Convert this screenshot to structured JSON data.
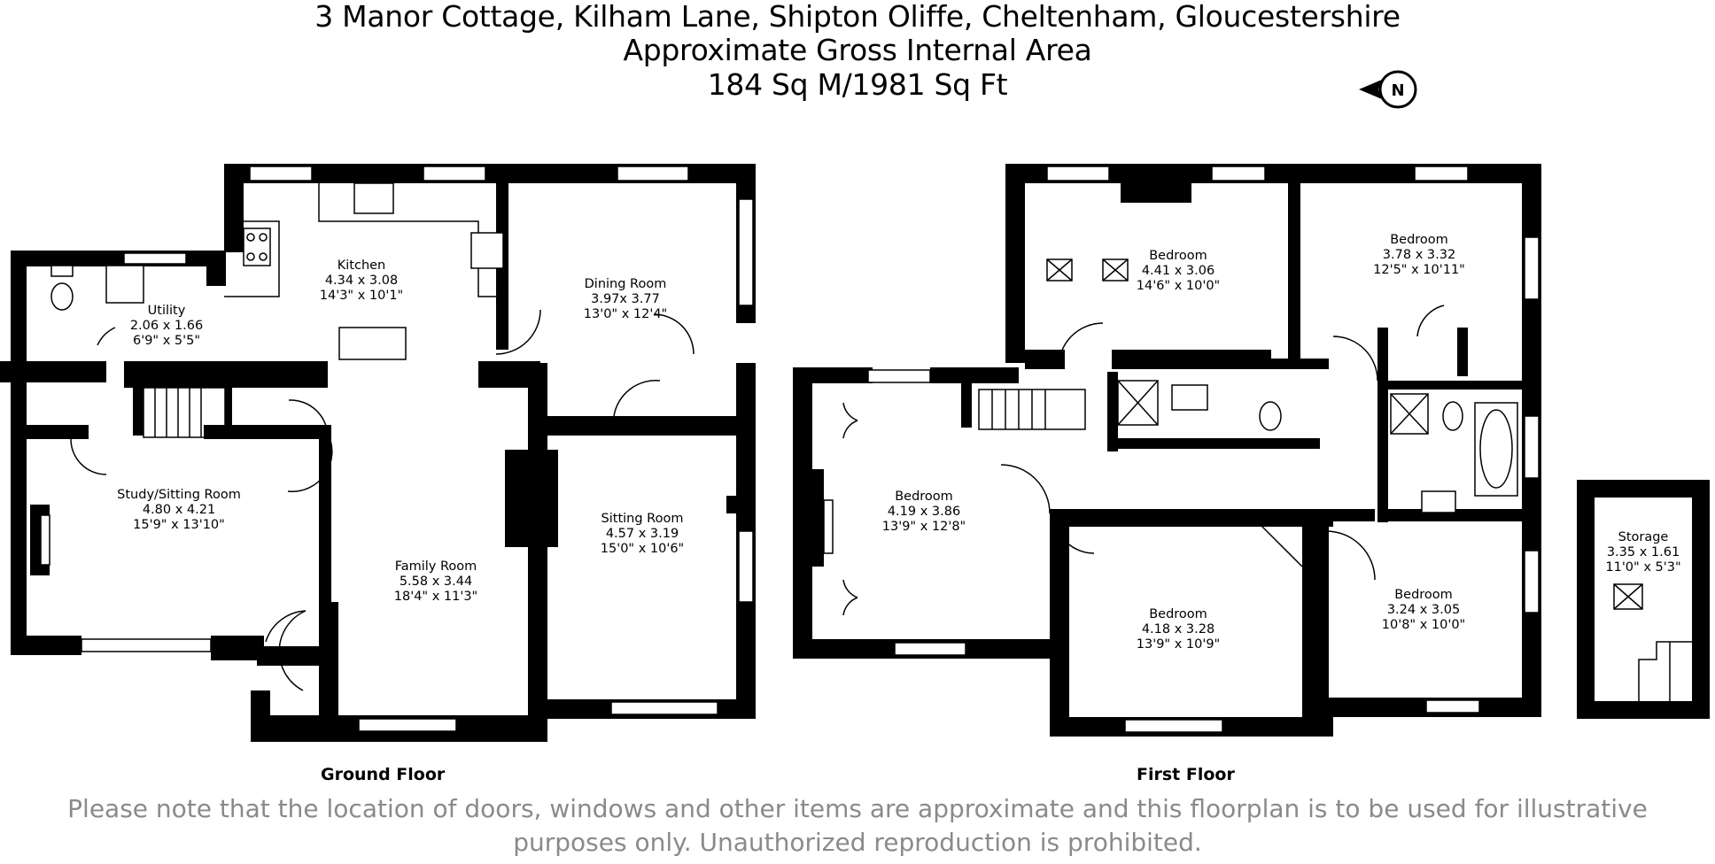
{
  "title": {
    "line1": "3 Manor Cottage, Kilham Lane, Shipton Oliffe, Cheltenham, Gloucestershire",
    "line2": "Approximate Gross Internal Area",
    "line3": "184 Sq M/1981 Sq Ft"
  },
  "compass": {
    "letter": "N"
  },
  "floors": {
    "ground": {
      "label": "Ground Floor",
      "rooms": [
        {
          "name": "Kitchen",
          "metric": "4.34 x 3.08",
          "imperial": "14'3\" x 10'1\""
        },
        {
          "name": "Utility",
          "metric": "2.06 x 1.66",
          "imperial": "6'9\" x 5'5\""
        },
        {
          "name": "Dining Room",
          "metric": "3.97x 3.77",
          "imperial": "13'0\" x 12'4\""
        },
        {
          "name": "Study/Sitting Room",
          "metric": "4.80 x 4.21",
          "imperial": "15'9\" x 13'10\""
        },
        {
          "name": "Family Room",
          "metric": "5.58 x 3.44",
          "imperial": "18'4\" x 11'3\""
        },
        {
          "name": "Sitting Room",
          "metric": "4.57 x 3.19",
          "imperial": "15'0\" x 10'6\""
        }
      ]
    },
    "first": {
      "label": "First Floor",
      "rooms": [
        {
          "name": "Bedroom",
          "metric": "4.41 x 3.06",
          "imperial": "14'6\" x 10'0\""
        },
        {
          "name": "Bedroom",
          "metric": "3.78 x 3.32",
          "imperial": "12'5\" x 10'11\""
        },
        {
          "name": "Bedroom",
          "metric": "4.19 x 3.86",
          "imperial": "13'9\" x 12'8\""
        },
        {
          "name": "Bedroom",
          "metric": "4.18 x 3.28",
          "imperial": "13'9\" x 10'9\""
        },
        {
          "name": "Bedroom",
          "metric": "3.24 x 3.05",
          "imperial": "10'8\" x 10'0\""
        }
      ]
    },
    "outbuilding": {
      "rooms": [
        {
          "name": "Storage",
          "metric": "3.35 x 1.61",
          "imperial": "11'0\" x 5'3\""
        }
      ]
    }
  },
  "disclaimer": {
    "line1": "Please note that the location of doors, windows and other items are approximate and this floorplan is to be used for illustrative",
    "line2": "purposes only. Unauthorized reproduction is prohibited."
  }
}
